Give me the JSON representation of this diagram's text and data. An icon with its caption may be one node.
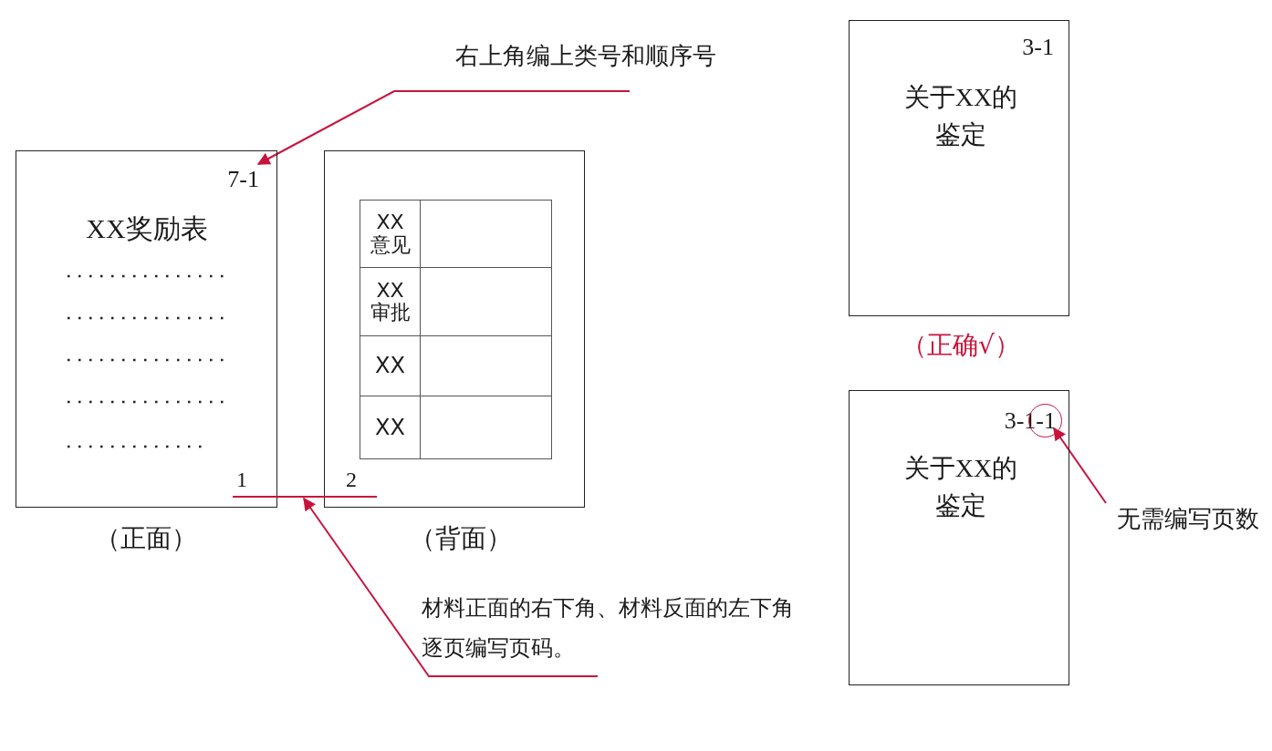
{
  "diagram": {
    "nodes": [
      {
        "text": [
          "右上角编上类号和顺序号"
        ]
      },
      {
        "text": [
          "XX奖励表",
          "1"
        ],
        "beside": [
          "（正面）"
        ]
      },
      {
        "text": [
          "7-1"
        ],
        "in": 1
      },
      {
        "text": [
          "2"
        ],
        "beside": [
          "（背面）"
        ]
      },
      {
        "text": [
          "XX意见"
        ],
        "in": 3
      },
      {
        "text": [
          "XX审批"
        ],
        "in": 3
      },
      {
        "text": [
          "XX"
        ],
        "in": 3
      },
      {
        "text": [
          "XX"
        ],
        "in": 3
      },
      {
        "text": [],
        "shape": "line"
      },
      {
        "text": [
          "材料正面的右下角、材料反面的左下角逐页编写页码。"
        ]
      },
      {
        "text": [
          "关于XX的鉴定"
        ],
        "beside": [
          "（正确√）"
        ]
      },
      {
        "text": [
          "3-1"
        ],
        "in": 10
      },
      {
        "text": [
          "关于XX的鉴定"
        ]
      },
      {
        "text": [
          "3-1-1"
        ],
        "in": 12
      },
      {
        "text": [],
        "shape": "circle",
        "in": 12
      },
      {
        "text": [
          "无需编写页数"
        ]
      }
    ],
    "edges": [
      {
        "from": 0,
        "to": 2,
        "arrow": "to"
      },
      {
        "from": 9,
        "to": 8,
        "arrow": "to"
      },
      {
        "from": 15,
        "to": 14,
        "arrow": "to"
      }
    ]
  }
}
